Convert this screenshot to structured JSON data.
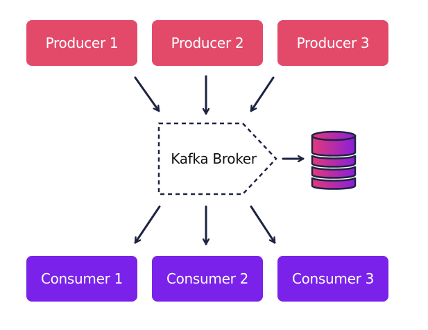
{
  "producers": [
    {
      "label": "Producer 1"
    },
    {
      "label": "Producer 2"
    },
    {
      "label": "Producer 3"
    }
  ],
  "broker": {
    "label": "Kafka Broker"
  },
  "consumers": [
    {
      "label": "Consumer 1"
    },
    {
      "label": "Consumer 2"
    },
    {
      "label": "Consumer 3"
    }
  ],
  "storage": {
    "icon": "database-icon"
  },
  "colors": {
    "producer": "#e34a6a",
    "consumer": "#7a22ea",
    "arrow": "#1d2340",
    "database_top": "#d93a7a",
    "database_bottom": "#8a1fd8"
  }
}
